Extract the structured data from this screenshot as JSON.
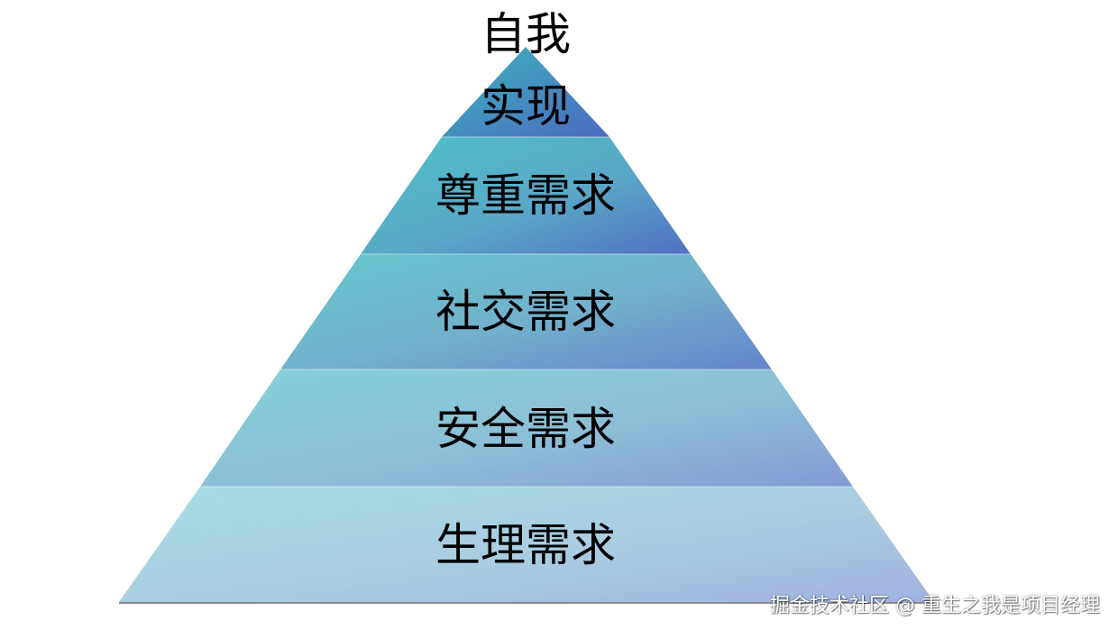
{
  "pyramid": {
    "levels": [
      {
        "label_line1": "自我",
        "label_line2": "实现"
      },
      {
        "label": "尊重需求"
      },
      {
        "label": "社交需求"
      },
      {
        "label": "安全需求"
      },
      {
        "label": "生理需求"
      }
    ],
    "colors": {
      "teal": "#4fc0c8",
      "blue": "#5b7cc4",
      "light_teal": "#a8dfe6",
      "periwinkle": "#a3b3e0"
    }
  },
  "watermark": {
    "text": "掘金技术社区 @ 重生之我是项目经理"
  }
}
